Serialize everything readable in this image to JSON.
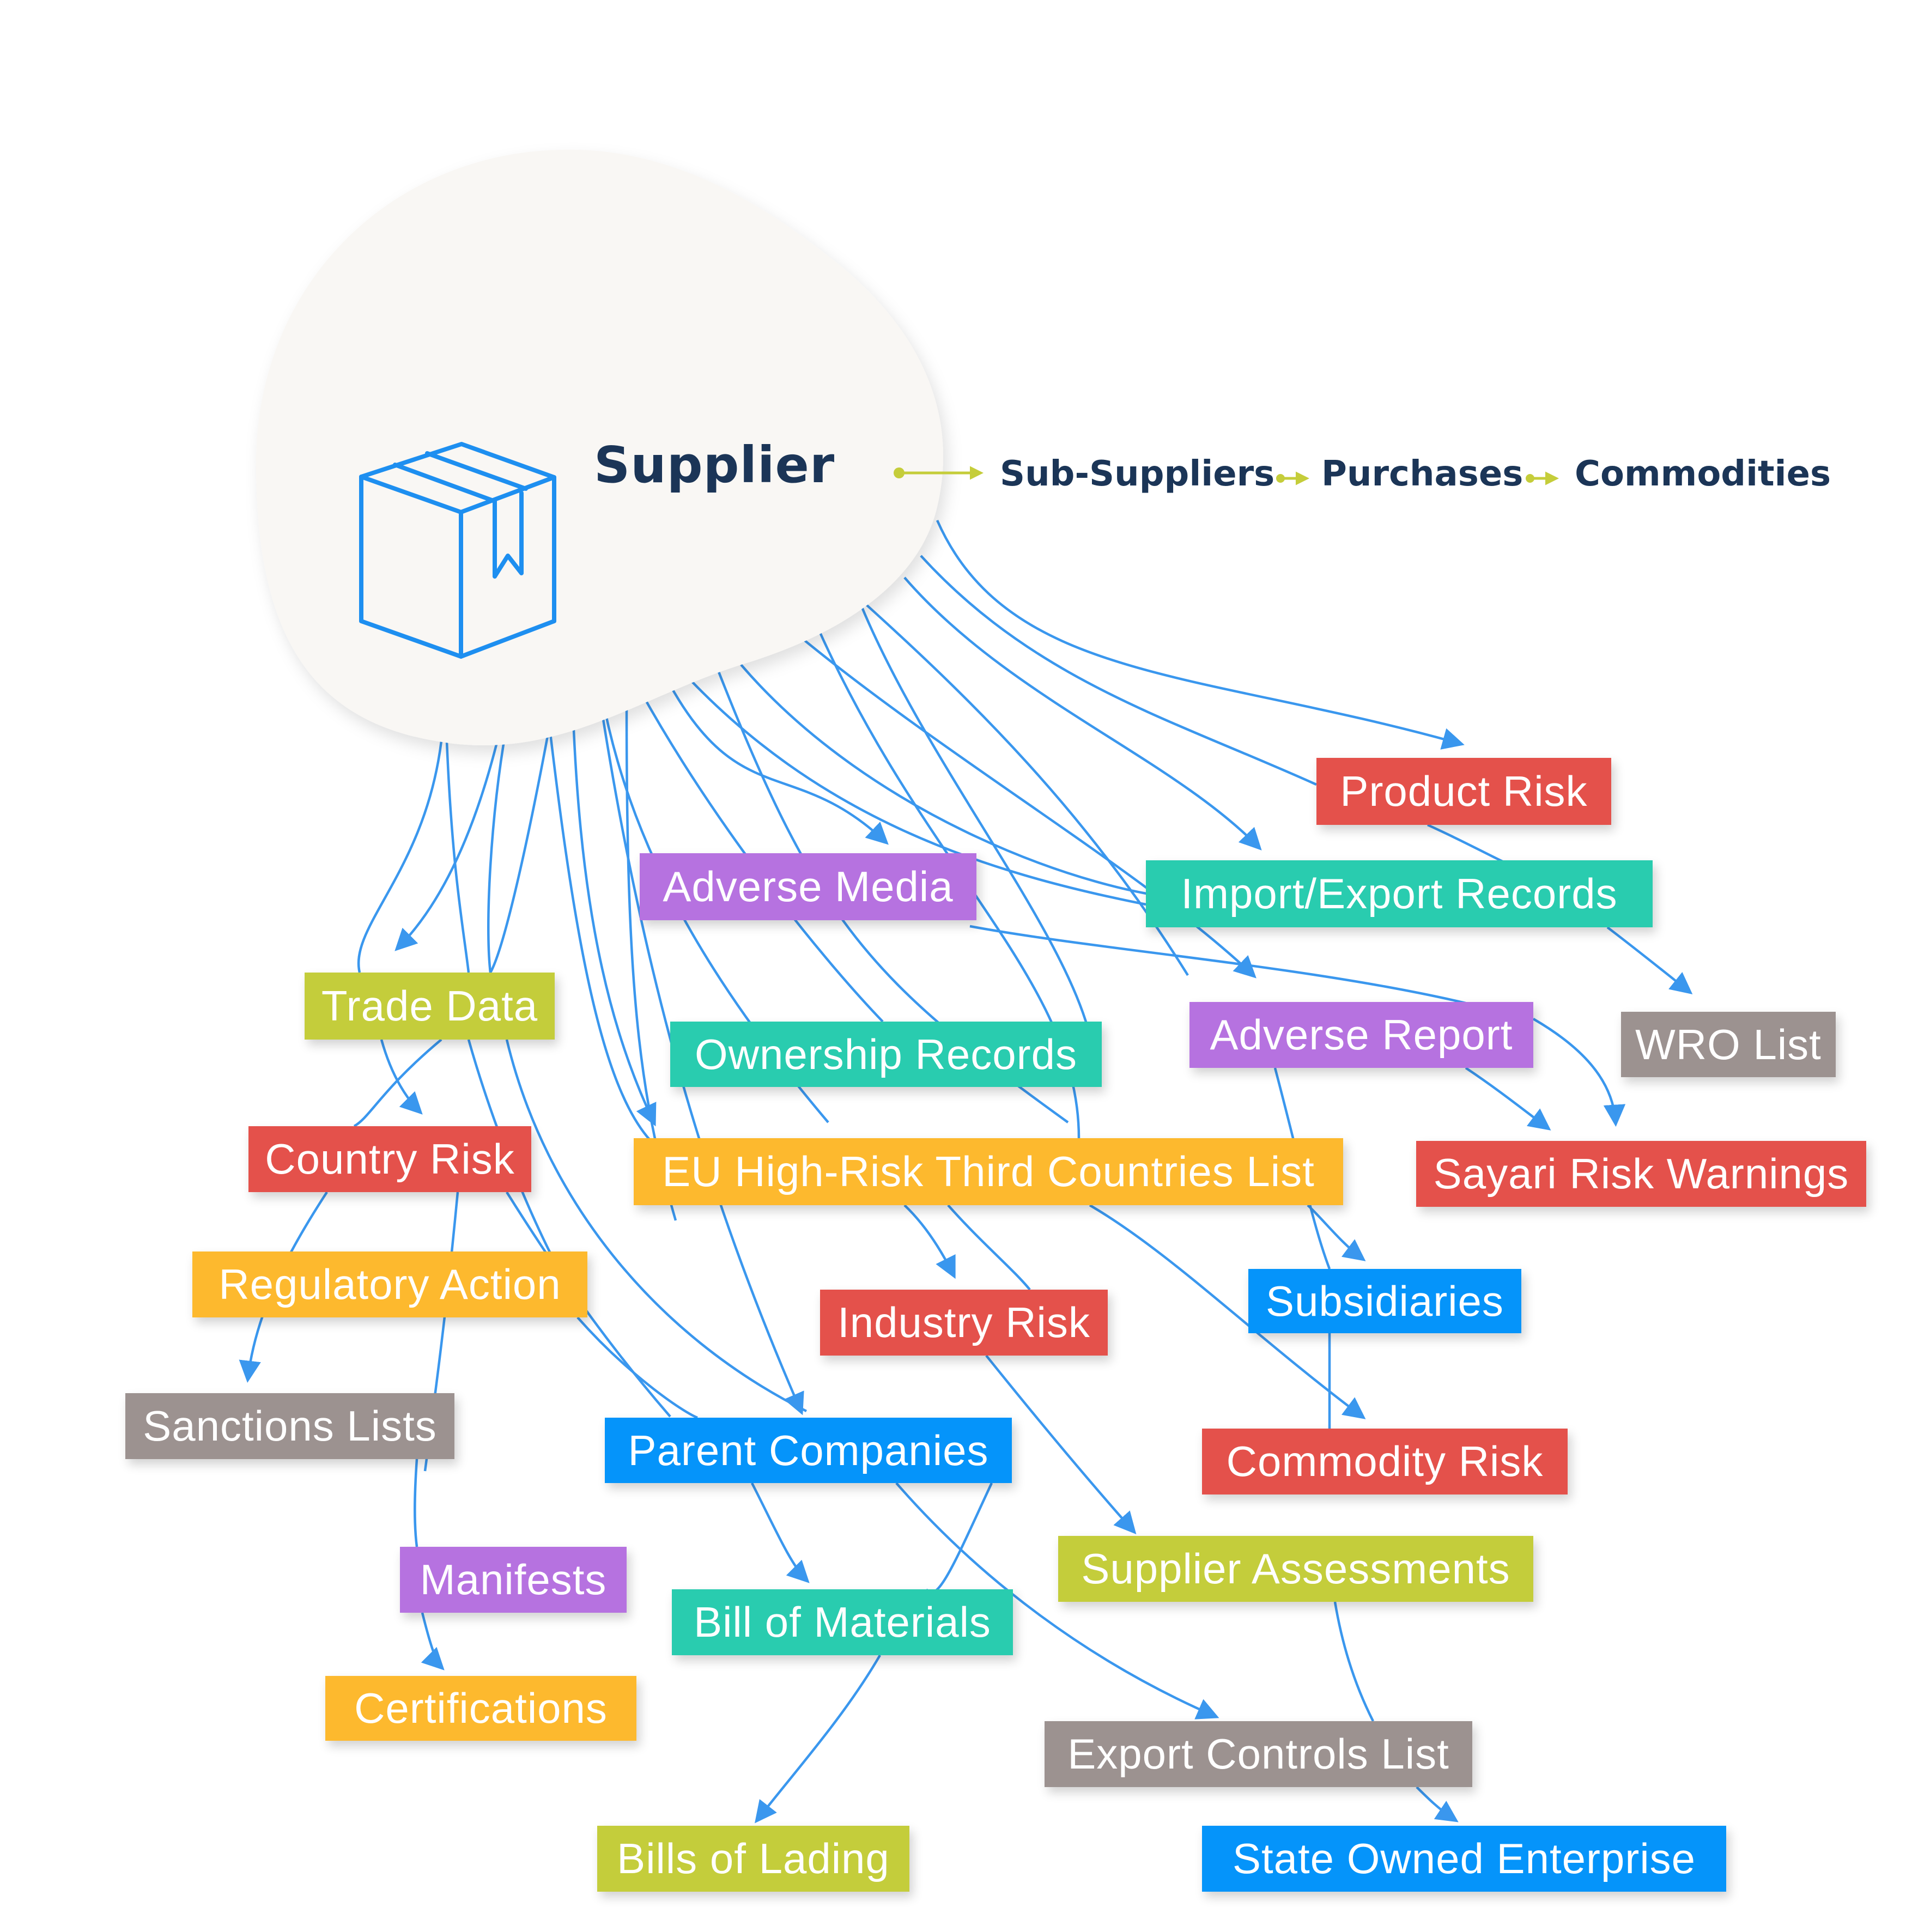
{
  "title": "Supplier",
  "icon": "package-box-icon",
  "chain": [
    {
      "label": "Sub-Suppliers"
    },
    {
      "label": "Purchases"
    },
    {
      "label": "Commodities"
    }
  ],
  "colors": {
    "blob_fill": "#f9f7f4",
    "title_text": "#1b3557",
    "icon_stroke": "#1e8ff0",
    "edge": "#3a97ee",
    "chain_arrow": "#c5cd3a",
    "red": "#e4514b",
    "teal": "#29ccaf",
    "purple": "#b672e0",
    "lime": "#c4cd3b",
    "amber": "#fdb92e",
    "blue": "#0594fa",
    "gray": "#9c9290"
  },
  "nodes": [
    {
      "id": "product-risk",
      "label": "Product  Risk",
      "color": "red"
    },
    {
      "id": "import-export-records",
      "label": "Import/Export Records",
      "color": "teal"
    },
    {
      "id": "adverse-media",
      "label": "Adverse Media",
      "color": "purple"
    },
    {
      "id": "trade-data",
      "label": "Trade Data",
      "color": "lime"
    },
    {
      "id": "ownership-records",
      "label": "Ownership Records",
      "color": "teal"
    },
    {
      "id": "adverse-report",
      "label": "Adverse Report",
      "color": "purple"
    },
    {
      "id": "wro-list",
      "label": "WRO List",
      "color": "gray"
    },
    {
      "id": "country-risk",
      "label": "Country Risk",
      "color": "red"
    },
    {
      "id": "eu-high-risk",
      "label": "EU High-Risk Third Countries List",
      "color": "amber"
    },
    {
      "id": "sayari-risk-warnings",
      "label": "Sayari Risk Warnings",
      "color": "red"
    },
    {
      "id": "regulatory-action",
      "label": "Regulatory Action",
      "color": "amber"
    },
    {
      "id": "industry-risk",
      "label": "Industry Risk",
      "color": "red"
    },
    {
      "id": "subsidiaries",
      "label": "Subsidiaries",
      "color": "blue"
    },
    {
      "id": "sanctions-lists",
      "label": "Sanctions Lists",
      "color": "gray"
    },
    {
      "id": "parent-companies",
      "label": "Parent Companies",
      "color": "blue"
    },
    {
      "id": "commodity-risk",
      "label": "Commodity Risk",
      "color": "red"
    },
    {
      "id": "manifests",
      "label": "Manifests",
      "color": "purple"
    },
    {
      "id": "supplier-assessments",
      "label": "Supplier Assessments",
      "color": "lime"
    },
    {
      "id": "bill-of-materials",
      "label": "Bill of Materials",
      "color": "teal"
    },
    {
      "id": "certifications",
      "label": "Certifications",
      "color": "amber"
    },
    {
      "id": "export-controls-list",
      "label": "Export Controls List",
      "color": "gray"
    },
    {
      "id": "bills-of-lading",
      "label": "Bills of Lading",
      "color": "lime"
    },
    {
      "id": "state-owned-enterprise",
      "label": "State Owned Enterprise",
      "color": "blue"
    }
  ]
}
